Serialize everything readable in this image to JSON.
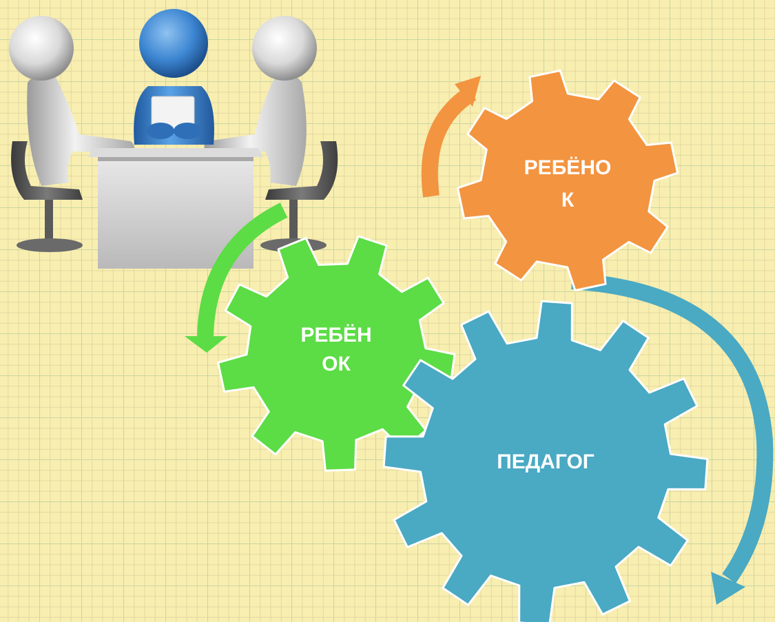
{
  "gears": [
    {
      "id": "gear-child-orange",
      "lines": [
        "РЕБЁНО",
        "К"
      ],
      "color": "#f39440"
    },
    {
      "id": "gear-child-green",
      "lines": [
        "РЕБЁН",
        "ОК"
      ],
      "color": "#5cdc45"
    },
    {
      "id": "gear-teacher-blue",
      "lines": [
        "ПЕДАГОГ"
      ],
      "color": "#4aa9c3"
    }
  ],
  "arrows": [
    {
      "id": "arrow-green",
      "color": "#5cdc45"
    },
    {
      "id": "arrow-orange",
      "color": "#f39440"
    },
    {
      "id": "arrow-blue",
      "color": "#4aa9c3"
    }
  ],
  "illustration": {
    "name": "meeting-figures-at-table",
    "icon": "people-meeting-icon"
  }
}
